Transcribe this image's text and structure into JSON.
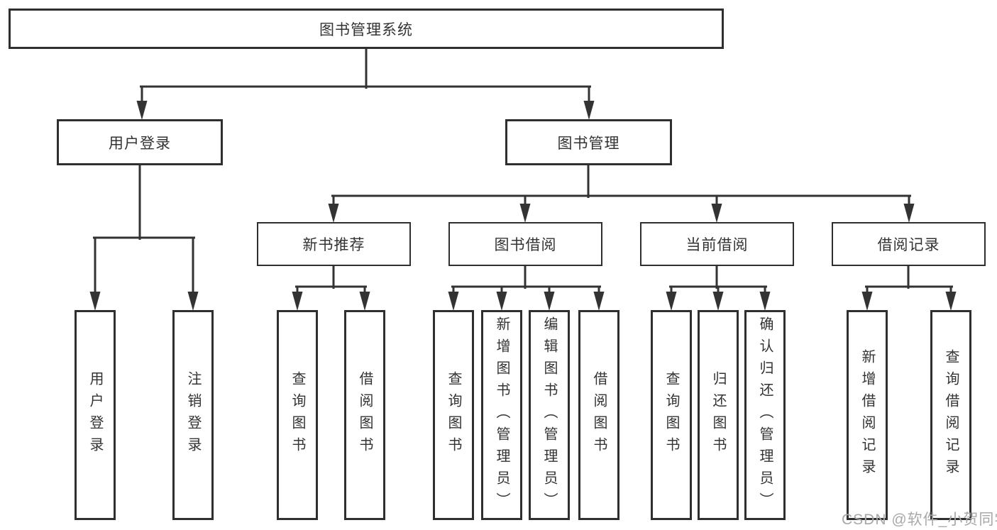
{
  "tree": {
    "root": {
      "label": "图书管理系统"
    },
    "branches": [
      {
        "label": "用户登录",
        "children": [
          {
            "label": "用户登录"
          },
          {
            "label": "注销登录"
          }
        ]
      },
      {
        "label": "图书管理",
        "children": [
          {
            "label": "新书推荐",
            "children": [
              {
                "label": "查询图书"
              },
              {
                "label": "借阅图书"
              }
            ]
          },
          {
            "label": "图书借阅",
            "children": [
              {
                "label": "查询图书"
              },
              {
                "label": "新增图书（管理员）"
              },
              {
                "label": "编辑图书（管理员）"
              },
              {
                "label": "借阅图书"
              }
            ]
          },
          {
            "label": "当前借阅",
            "children": [
              {
                "label": "查询图书"
              },
              {
                "label": "归还图书"
              },
              {
                "label": "确认归还（管理员）"
              }
            ]
          },
          {
            "label": "借阅记录",
            "children": [
              {
                "label": "新增借阅记录"
              },
              {
                "label": "查询借阅记录"
              }
            ]
          }
        ]
      }
    ]
  },
  "watermark": "CSDN @软件_小贺同学",
  "colors": {
    "line": "#333333",
    "box_border": "#2f2f2f",
    "text": "#333333",
    "watermark": "#a8a8a8",
    "background": "#ffffff"
  }
}
